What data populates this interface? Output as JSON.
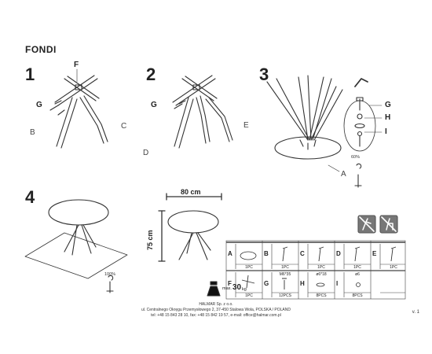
{
  "product": {
    "name": "FONDI"
  },
  "steps": [
    {
      "number": "1",
      "labels": {
        "F": "F",
        "G": "G",
        "B": "B",
        "C": "C"
      }
    },
    {
      "number": "2",
      "labels": {
        "G": "G",
        "D": "D",
        "E": "E"
      }
    },
    {
      "number": "3",
      "labels": {
        "G": "G",
        "H": "H",
        "I": "I",
        "A": "A"
      },
      "percent": "60%"
    },
    {
      "number": "4",
      "percent": "100%"
    }
  ],
  "dimensions": {
    "width": "80 cm",
    "height": "75 cm"
  },
  "max_load": {
    "prefix": "max.",
    "value": "30",
    "unit": "kg"
  },
  "parts": [
    {
      "letter": "A",
      "qty": "1PC",
      "spec": ""
    },
    {
      "letter": "B",
      "qty": "1PC",
      "spec": ""
    },
    {
      "letter": "C",
      "qty": "1PC",
      "spec": ""
    },
    {
      "letter": "D",
      "qty": "1PC",
      "spec": ""
    },
    {
      "letter": "E",
      "qty": "1PC",
      "spec": ""
    },
    {
      "letter": "F",
      "qty": "1PC",
      "spec": ""
    },
    {
      "letter": "G",
      "qty": "12PCS",
      "spec": "M6*35"
    },
    {
      "letter": "H",
      "qty": "8PCS",
      "spec": "ø6*18"
    },
    {
      "letter": "I",
      "qty": "8PCS",
      "spec": "ø6"
    }
  ],
  "footer": {
    "company": "HALMAR Sp. z o.o.",
    "address": "ul. Centralnego Okręgu Przemysłowego 2, 37-450 Stalowa Wola, POLSKA / POLAND",
    "contact": "tel: +48 15 843 28 10, fax: +48 15 842 19 57, e-mail: office@halmar.com.pl",
    "version": "v. 1"
  },
  "icons": [
    "no-climbing-icon",
    "no-sitting-icon",
    "weight-icon",
    "hex-key-icon",
    "screwdriver-icon"
  ]
}
